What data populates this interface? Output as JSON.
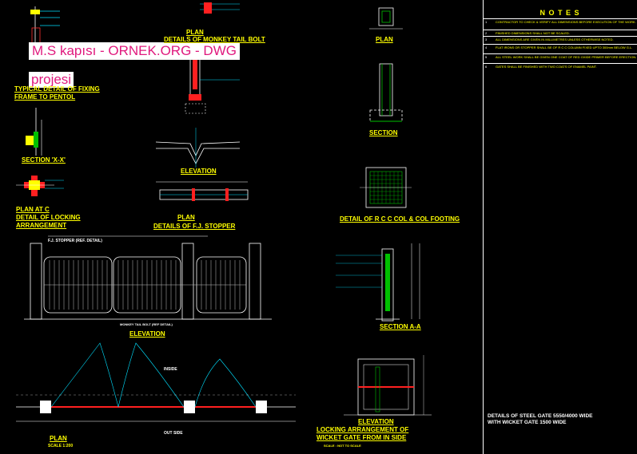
{
  "watermark": {
    "line1": "M.S kapısı - ORNEK.ORG - DWG",
    "line2": "projesi"
  },
  "titles": {
    "plan_top_center": "PLAN",
    "monkey_tail": "DETAILS OF MONKEY TAIL BOLT",
    "typical_fixing": "TYPICAL DETAIL OF FIXING",
    "frame_to_pentol": "FRAME TO PENTOL",
    "section_xx": "SECTION 'X-X'",
    "elevation_bolt": "ELEVATION",
    "plan_at_c": "PLAN AT C",
    "detail_locking": "DETAIL OF LOCKING",
    "arrangement": "ARRANGEMENT",
    "plan_fj": "PLAN",
    "details_fj": "DETAILS OF F.J. STOPPER",
    "plan_col": "PLAN",
    "section_col": "SECTION",
    "detail_rcc": "DETAIL OF R C C COL & COL FOOTING",
    "fj_stopper_ref": "F.J. STOPPER (REF. DETAIL)",
    "monkey_ref": "MONKEY TAIL BOLT (REF DETAIL)",
    "elevation_gate": "ELEVATION",
    "section_aa": "SECTION A-A",
    "inside": "INSIDE",
    "out_side": "OUT SIDE",
    "plan_gate": "PLAN",
    "scale": "SCALE 1:200",
    "elevation_lock": "ELEVATION",
    "locking_line1": "LOCKING ARRANGEMENT OF",
    "locking_line2": "WICKET GATE FROM IN SIDE",
    "scale_lock": "SCALE : NOT TO SCALE"
  },
  "notes": {
    "heading": "N O T E S",
    "items": [
      {
        "num": "1",
        "text": "CONTRACTOR TO CHECK & VERIFY ALL DIMENSIONS BEFORE EXECUTION OF THE WORK."
      },
      {
        "num": "2",
        "text": "FINISHED DIMENSIONS SHALL NOT BE SCALED."
      },
      {
        "num": "3",
        "text": "ALL DIMENSIONS ARE GIVEN IN MILLIMETRES UNLESS OTHERWISE NOTED."
      },
      {
        "num": "4",
        "text": "FLAT IRONS OR STOPPER SHALL BE OF R C C COLUMN FIXED UPTO 300mm BELOW G.L."
      },
      {
        "num": "5",
        "text": "ALL STEEL WORK SHALL BE GIVEN ONE COAT OF RED OXIDE PRIMER BEFORE ERECTION."
      },
      {
        "num": "6",
        "text": "GATES SHALL BE FINISHED WITH TWO COATS OF ENAMEL PAINT."
      }
    ]
  },
  "footer": {
    "line1": "DETAILS OF STEEL GATE 5550/4000 WIDE",
    "line2": "WITH WICKET GATE 1500 WIDE"
  }
}
